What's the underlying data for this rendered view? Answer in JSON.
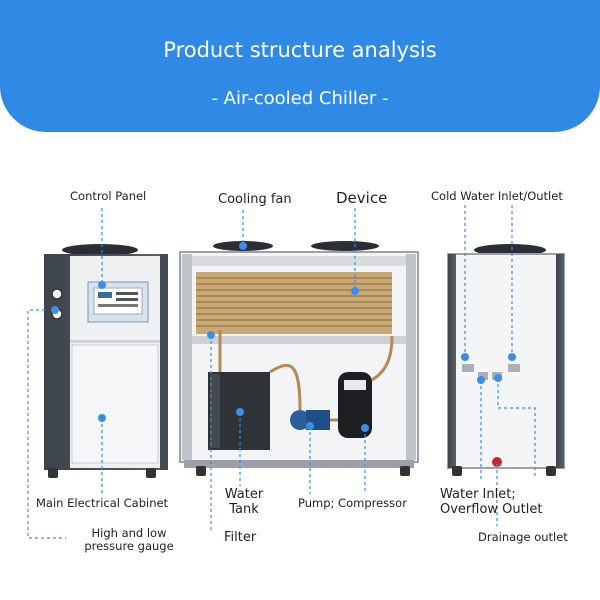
{
  "header": {
    "title": "Product structure analysis",
    "subtitle": "- Air-cooled Chiller -"
  },
  "labels": {
    "control_panel": "Control Panel",
    "cooling_fan": "Cooling fan",
    "device": "Device",
    "cold_water": "Cold Water Inlet/Outlet",
    "main_cabinet": "Main Electrical Cabinet",
    "gauge_line1": "High and low",
    "gauge_line2": "pressure gauge",
    "water_tank_line1": "Water",
    "water_tank_line2": "Tank",
    "filter": "Filter",
    "pump_compressor": "Pump; Compressor",
    "water_inlet_line1": "Water Inlet;",
    "water_inlet_line2": "Overflow Outlet",
    "drainage": "Drainage outlet"
  },
  "colors": {
    "header": "#2f8ae6",
    "leader": "#3b8ee8",
    "cabinet_frame": "#4a5058",
    "cabinet_panel": "#e9ecef"
  }
}
